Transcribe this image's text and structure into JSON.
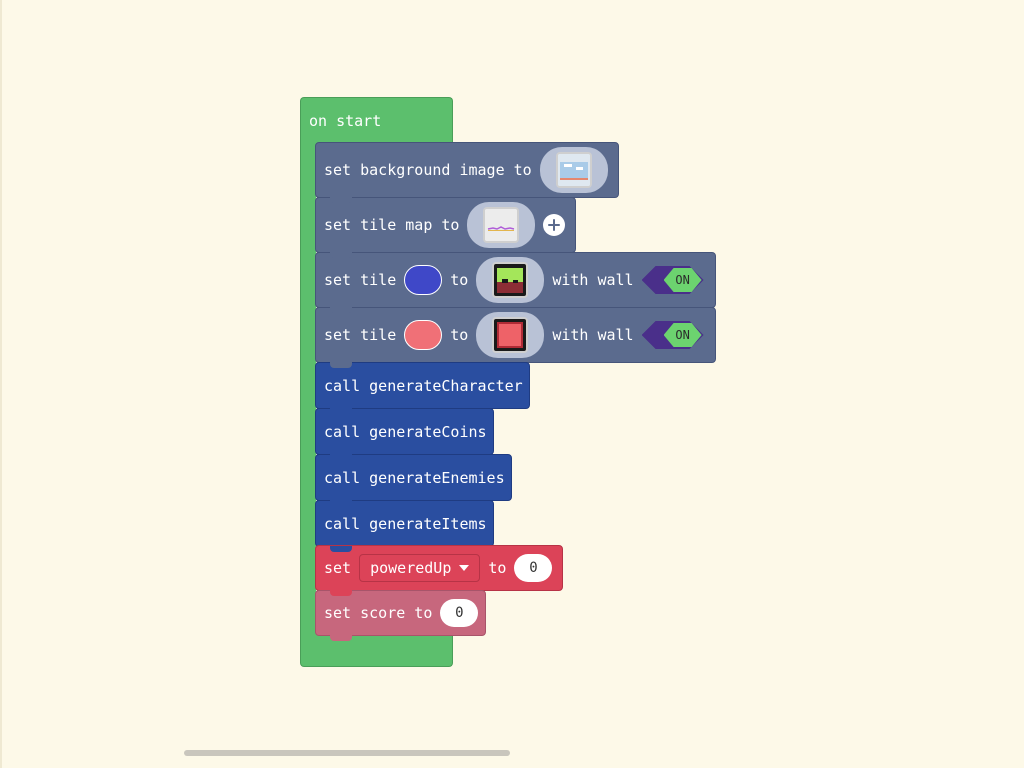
{
  "event": {
    "label": "on start"
  },
  "blocks": {
    "set_background": {
      "prefix": "set background image to"
    },
    "set_tilemap": {
      "prefix": "set tile map to"
    },
    "set_tile_1": {
      "prefix": "set tile",
      "to": "to",
      "wall": "with wall",
      "color": "#3f48c8",
      "toggle": "ON"
    },
    "set_tile_2": {
      "prefix": "set tile",
      "to": "to",
      "wall": "with wall",
      "color": "#f07077",
      "toggle": "ON"
    },
    "call_character": {
      "label": "call generateCharacter"
    },
    "call_coins": {
      "label": "call generateCoins"
    },
    "call_enemies": {
      "label": "call generateEnemies"
    },
    "call_items": {
      "label": "call generateItems"
    },
    "set_powered": {
      "prefix": "set",
      "var": "poweredUp",
      "to": "to",
      "value": "0"
    },
    "set_score": {
      "prefix": "set score to",
      "value": "0"
    }
  },
  "colors": {
    "event": "#5cbf6d",
    "scene": "#5b6b8e",
    "function": "#2a4ea0",
    "variable": "#dc4358",
    "info": "#c7677d",
    "toggle_on": "#6cd36f"
  }
}
